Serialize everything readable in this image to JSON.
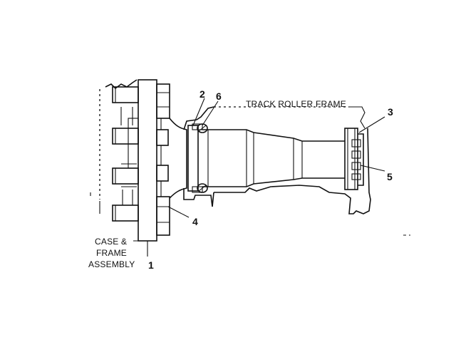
{
  "diagram": {
    "callouts": {
      "p1": "1",
      "p2": "2",
      "p3": "3",
      "p4": "4",
      "p5": "5",
      "p6": "6"
    },
    "labels": {
      "track_roller_frame": "TRACK ROLLER FRAME",
      "case_frame_line1": "CASE &",
      "case_frame_line2": "FRAME",
      "case_frame_line3": "ASSEMBLY"
    }
  }
}
